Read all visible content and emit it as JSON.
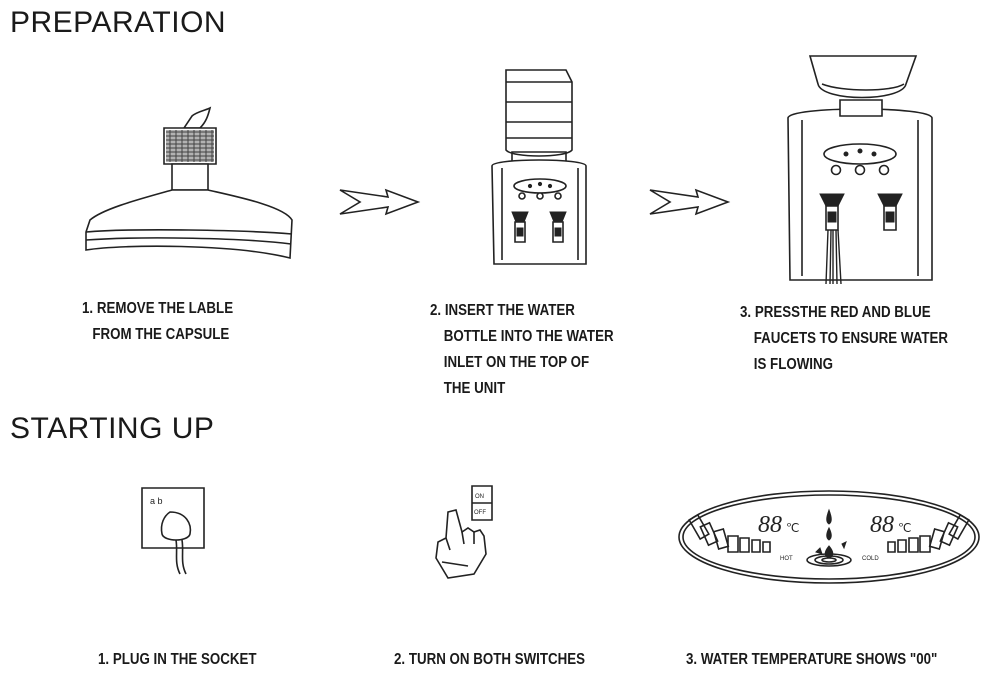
{
  "preparation": {
    "heading": "PREPARATION",
    "steps": [
      {
        "lines": [
          "1. REMOVE THE LABLE",
          "FROM THE CAPSULE"
        ]
      },
      {
        "lines": [
          "2. INSERT THE WATER",
          "BOTTLE INTO THE WATER",
          "INLET ON THE TOP OF",
          "THE UNIT"
        ]
      },
      {
        "lines": [
          "3. PRESSTHE RED AND BLUE",
          "FAUCETS TO ENSURE WATER",
          "IS FLOWING"
        ]
      }
    ]
  },
  "starting_up": {
    "heading": "STARTING UP",
    "steps": [
      {
        "lines": [
          "1. PLUG IN THE SOCKET"
        ]
      },
      {
        "lines": [
          "2. TURN ON BOTH SWITCHES"
        ]
      },
      {
        "lines": [
          "3. WATER TEMPERATURE SHOWS \"00\""
        ]
      }
    ],
    "display": {
      "hot_temp": "88",
      "cold_temp": "88",
      "unit": "℃",
      "hot_label": "HOT",
      "cold_label": "COLD"
    },
    "switch_labels": [
      "ON",
      "OFF"
    ],
    "socket_marks": "a b"
  },
  "icons": [
    "bottle-capsule-icon",
    "arrow-right-icon",
    "water-dispenser-icon",
    "water-dispenser-flowing-icon",
    "socket-plug-icon",
    "hand-switch-icon",
    "temperature-display-icon"
  ]
}
